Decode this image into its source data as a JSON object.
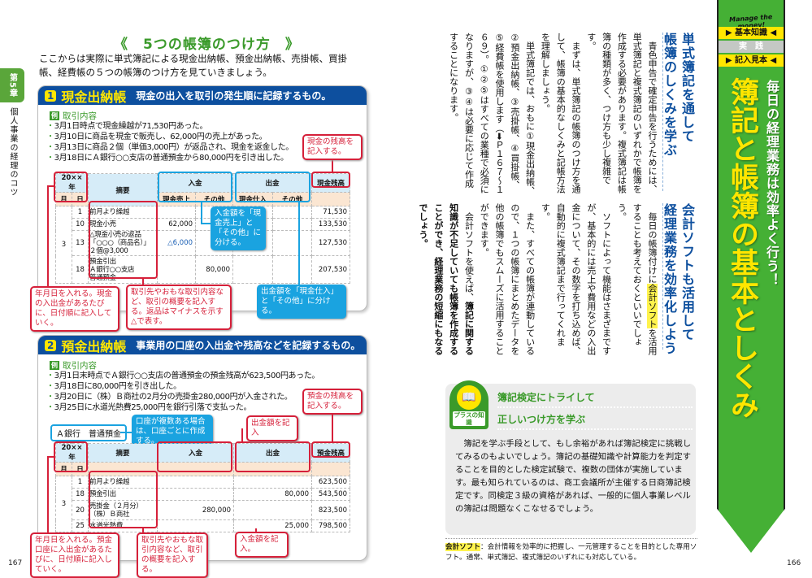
{
  "left_page": {
    "page_number": "167",
    "chapter_tab": "第5章",
    "chapter_label": "個人事業の経理のコツ",
    "section_title": "《　5つの帳簿のつけ方　》",
    "intro": "ここからは実際に単式簿記による現金出納帳、預金出納帳、売掛帳、買掛帳、経費帳の５つの帳簿のつけ方を見ていきましょう。",
    "panel1": {
      "number": "1",
      "name": "現金出納帳",
      "desc": "現金の出入を取引の発生順に記録するもの。",
      "example_badge": "例",
      "example_head": "取引内容",
      "examples": [
        "3月1日時点で現金繰越が71,530円あった。",
        "3月10日に商品を現金で販売し、62,000円の売上があった。",
        "3月13日に商品２個（単価3,000円）が返品され、現金を返金した。",
        "3月18日にＡ銀行○○支店の普通預金から80,000円を引き出した。"
      ],
      "table": {
        "year": "20××年",
        "month": "月",
        "day": "日",
        "summary": "摘要",
        "in": "入金",
        "out": "出金",
        "balance": "現金残高",
        "in_sub": [
          "現金売上",
          "その他"
        ],
        "out_sub": [
          "現金仕入",
          "その他"
        ],
        "month_value": "3",
        "rows": [
          {
            "day": "1",
            "summary": "前月より繰越",
            "in1": "",
            "in2": "",
            "out1": "",
            "out2": "",
            "balance": "71,530"
          },
          {
            "day": "10",
            "summary": "現金小売",
            "in1": "62,000",
            "in2": "",
            "out1": "",
            "out2": "",
            "balance": "133,530"
          },
          {
            "day": "13",
            "summary": "△現金小売の返品\n「○○○（商品名）」\n２個@3,000",
            "in1": "△6,000",
            "in2": "",
            "out1": "",
            "out2": "",
            "balance": "127,530"
          },
          {
            "day": "18",
            "summary": "預金引出\nＡ銀行○○支店\n普通預金",
            "in1": "",
            "in2": "80,000",
            "out1": "",
            "out2": "",
            "balance": "207,530"
          }
        ]
      },
      "callouts": {
        "balance": "現金の残高を記入する。",
        "in_split": "入金額を「現金売上」と「その他」に分ける。",
        "out_split": "出金額を「現金仕入」と「その他」に分ける。",
        "date": "年月日を入れる。現金の入出金があるたびに、日付順に記入していく。",
        "summary": "取引先やおもな取引内容など、取引の概要を記入する。返品はマイナスを示す△で表す。"
      }
    },
    "panel2": {
      "number": "2",
      "name": "預金出納帳",
      "desc": "事業用の口座の入出金や残高などを記録するもの。",
      "example_badge": "例",
      "example_head": "取引内容",
      "examples": [
        "3月1日末時点でＡ銀行○○支店の普通預金の預金残高が623,500円あった。",
        "3月18日に80,000円を引き出した。",
        "3月20日に（株）Ｂ商社の2月分の売掛金280,000円が入金された。",
        "3月25日に水道光熱費25,000円を銀行引落で支払った。"
      ],
      "account_label": "Ａ銀行　普通預金",
      "table": {
        "year": "20××年",
        "month": "月",
        "day": "日",
        "summary": "摘要",
        "in": "入金",
        "out": "出金",
        "balance": "預金残高",
        "month_value": "3",
        "rows": [
          {
            "day": "1",
            "summary": "前月より繰越",
            "in": "",
            "out": "",
            "balance": "623,500"
          },
          {
            "day": "18",
            "summary": "預金引出",
            "in": "",
            "out": "80,000",
            "balance": "543,500"
          },
          {
            "day": "20",
            "summary": "売掛金（２月分）\n（株）Ｂ商社",
            "in": "280,000",
            "out": "",
            "balance": "823,500"
          },
          {
            "day": "25",
            "summary": "水道光熱費",
            "in": "",
            "out": "25,000",
            "balance": "798,500"
          }
        ]
      },
      "callouts": {
        "multi_account": "口座が複数ある場合は、口座ごとに作成する。",
        "out": "出金額を記入",
        "balance": "預金の残高を記入する。",
        "date": "年月日を入れる。預金口座に入出金があるたびに、日付順に記入していく。",
        "summary": "取引先やおもな取引内容など、取引の概要を記入する。",
        "in": "入金額を記入。"
      }
    }
  },
  "right_page": {
    "page_number": "166",
    "banner": {
      "tagline": "Manage the money!",
      "tabs": [
        "▶ 基本知識 ◀",
        "実　践",
        "▶ 記入見本 ◀"
      ],
      "title": "簿記と帳簿の基本としくみ",
      "subtitle": "毎日の経理業務は効率よく行う！"
    },
    "section1": {
      "heading": [
        "単式簿記を通して",
        "帳簿のしくみを学ぶ"
      ],
      "paragraphs": [
        "青色申告で確定申告を行うためには、単式簿記と複式簿記のいずれかで帳簿を作成する必要があります。複式簿記は帳簿の種類が多く、つけ方も少し複雑です。",
        "まずは、単式簿記の帳簿のつけ方を通して、帳簿の基本的なしくみと記帳方法を理解しましょう。",
        "単式簿記では、おもに①現金出納帳、②預金出納帳、③売掛帳、④買掛帳、⑤経費帳を使用します（➡Ｐ１６７～１６９）。①②⑤はすべての業種で必須になりますが、③④は必要に応じて作成することになります。"
      ]
    },
    "section2": {
      "heading": [
        "会計ソフトも活用して",
        "経理業務を効率化しよう"
      ],
      "p1_before": "毎日の帳簿付けに",
      "p1_highlight": "会計ソフト",
      "p1_after": "を活用することも考えておくといいでしょう。",
      "p2": "ソフトによって機能はさまざまですが、基本的には売上や費用などの入出金について、その数字を打ち込めば、自動的に複式簿記まで行ってくれます。",
      "p3": "また、すべての帳簿が連動しているので、１つの帳簿にまとめたデータを他の帳簿でもスムーズに活用することができます。",
      "p4_normal": "会計ソフトを使えば、",
      "p4_bold": "簿記に関する知識が不足していても帳簿を作成することができ、経理業務の短縮にもなるでしょう。"
    },
    "plus": {
      "label": "プラスの知識",
      "title": [
        "簿記検定にトライして",
        "正しいつけ方を学ぶ"
      ],
      "body": "簿記を学ぶ手段として、もし余裕があれば簿記検定に挑戦してみるのもよいでしょう。簿記の基礎知識や計算能力を判定することを目的とした検定試験で、複数の団体が実施しています。最も知られているのは、商工会議所が主催する日商簿記検定です。同検定３級の資格があれば、一般的に個人事業レベルの簿記は問題なくこなせるでしょう。"
    },
    "footnote": {
      "term": "会計ソフト",
      "text": "：会計情報を効率的に把握し、一元管理することを目的とした専用ソフト。通常、単式簿記、複式簿記のいずれにも対応している。"
    }
  },
  "colors": {
    "green": "#45b035",
    "blue": "#0d4f9e",
    "red": "#d6203a",
    "cyan": "#1aa3e0",
    "yellow": "#ffe600"
  }
}
